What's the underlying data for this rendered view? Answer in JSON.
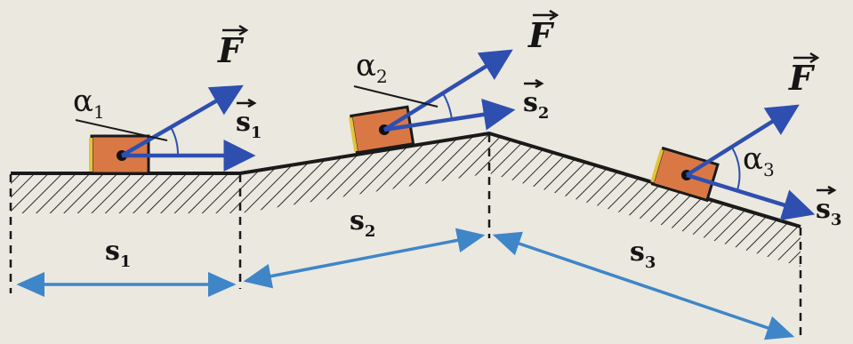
{
  "colors": {
    "background": "#ebe8df",
    "arrow": "#2e4fb0",
    "distance_arrow": "#3f86c8",
    "block_fill": "#d97845",
    "block_edge": "#e3c43a",
    "ground": "#1a1a1a"
  },
  "blocks": [
    {
      "force_label": "F",
      "displacement_label": "s",
      "displacement_sub": "1",
      "angle_label": "α",
      "angle_sub": "1"
    },
    {
      "force_label": "F",
      "displacement_label": "s",
      "displacement_sub": "2",
      "angle_label": "α",
      "angle_sub": "2"
    },
    {
      "force_label": "F",
      "displacement_label": "s",
      "displacement_sub": "3",
      "angle_label": "α",
      "angle_sub": "3"
    }
  ],
  "segments": [
    {
      "label": "s",
      "sub": "1"
    },
    {
      "label": "s",
      "sub": "2"
    },
    {
      "label": "s",
      "sub": "3"
    }
  ]
}
